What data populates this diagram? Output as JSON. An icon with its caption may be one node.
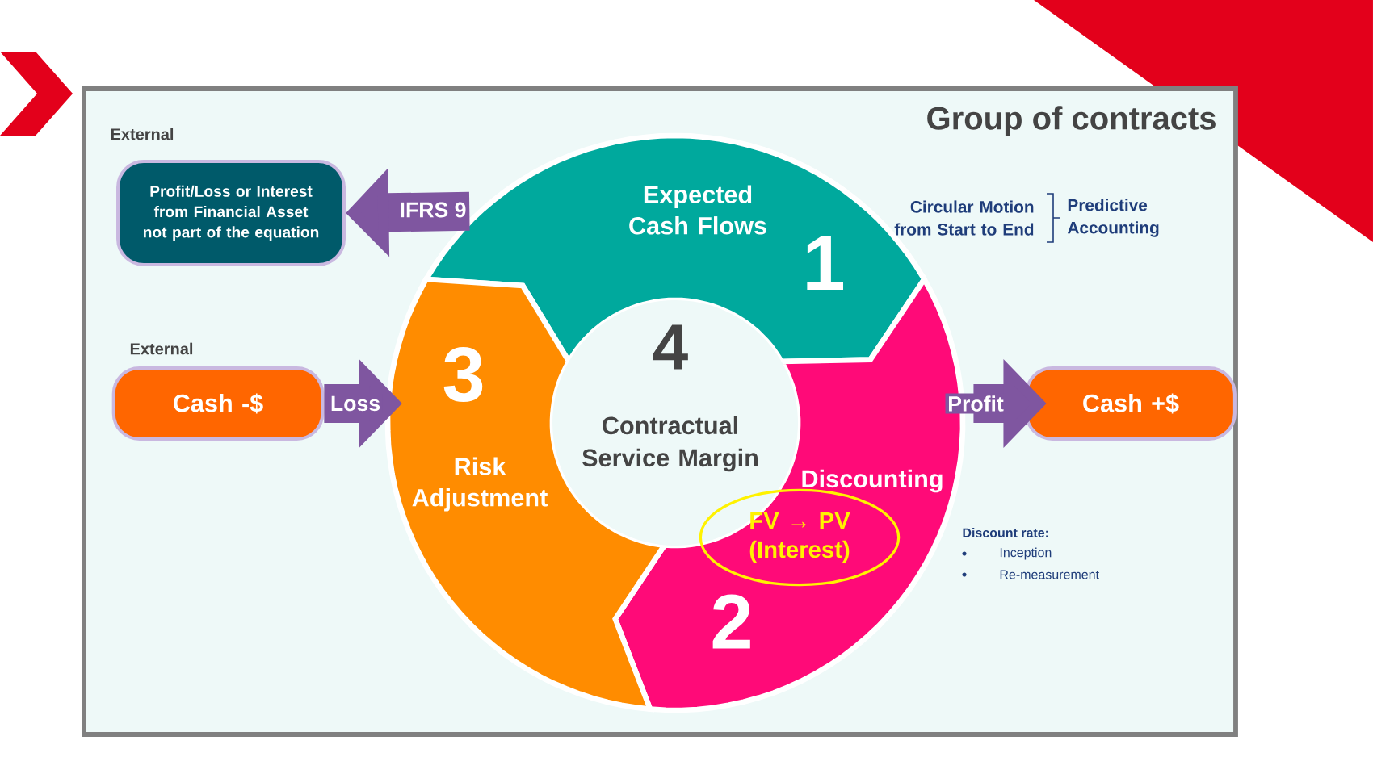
{
  "diagram": {
    "title": "Group of contracts",
    "nodes": [
      {
        "text": [
          "Profit/Loss or Interest from Financial Asset not part of the equation"
        ],
        "beside": [
          "External"
        ]
      },
      {
        "text": [
          "Expected Cash Flows",
          "1"
        ]
      },
      {
        "text": [
          "Discounting",
          "2"
        ]
      },
      {
        "text": [
          "FV → PV (Interest)"
        ],
        "in": 2
      },
      {
        "text": [
          "3",
          "Risk Adjustment"
        ]
      },
      {
        "text": [
          "4",
          "Contractual Service Margin"
        ]
      },
      {
        "text": [
          "Cash -$"
        ],
        "beside": [
          "External"
        ]
      },
      {
        "text": [
          "Cash +$"
        ]
      }
    ],
    "edges": [
      {
        "from": 1,
        "to": 0,
        "arrow": "to",
        "label": "IFRS 9"
      },
      {
        "from": 6,
        "to": 4,
        "arrow": "to",
        "label": "Loss"
      },
      {
        "from": 2,
        "to": 7,
        "arrow": "to",
        "label": "Profit"
      }
    ],
    "labels": [
      "Circular Motion from Start to End",
      "Predictive Accounting",
      "Discount rate:",
      "Inception",
      "Re-measurement"
    ]
  }
}
